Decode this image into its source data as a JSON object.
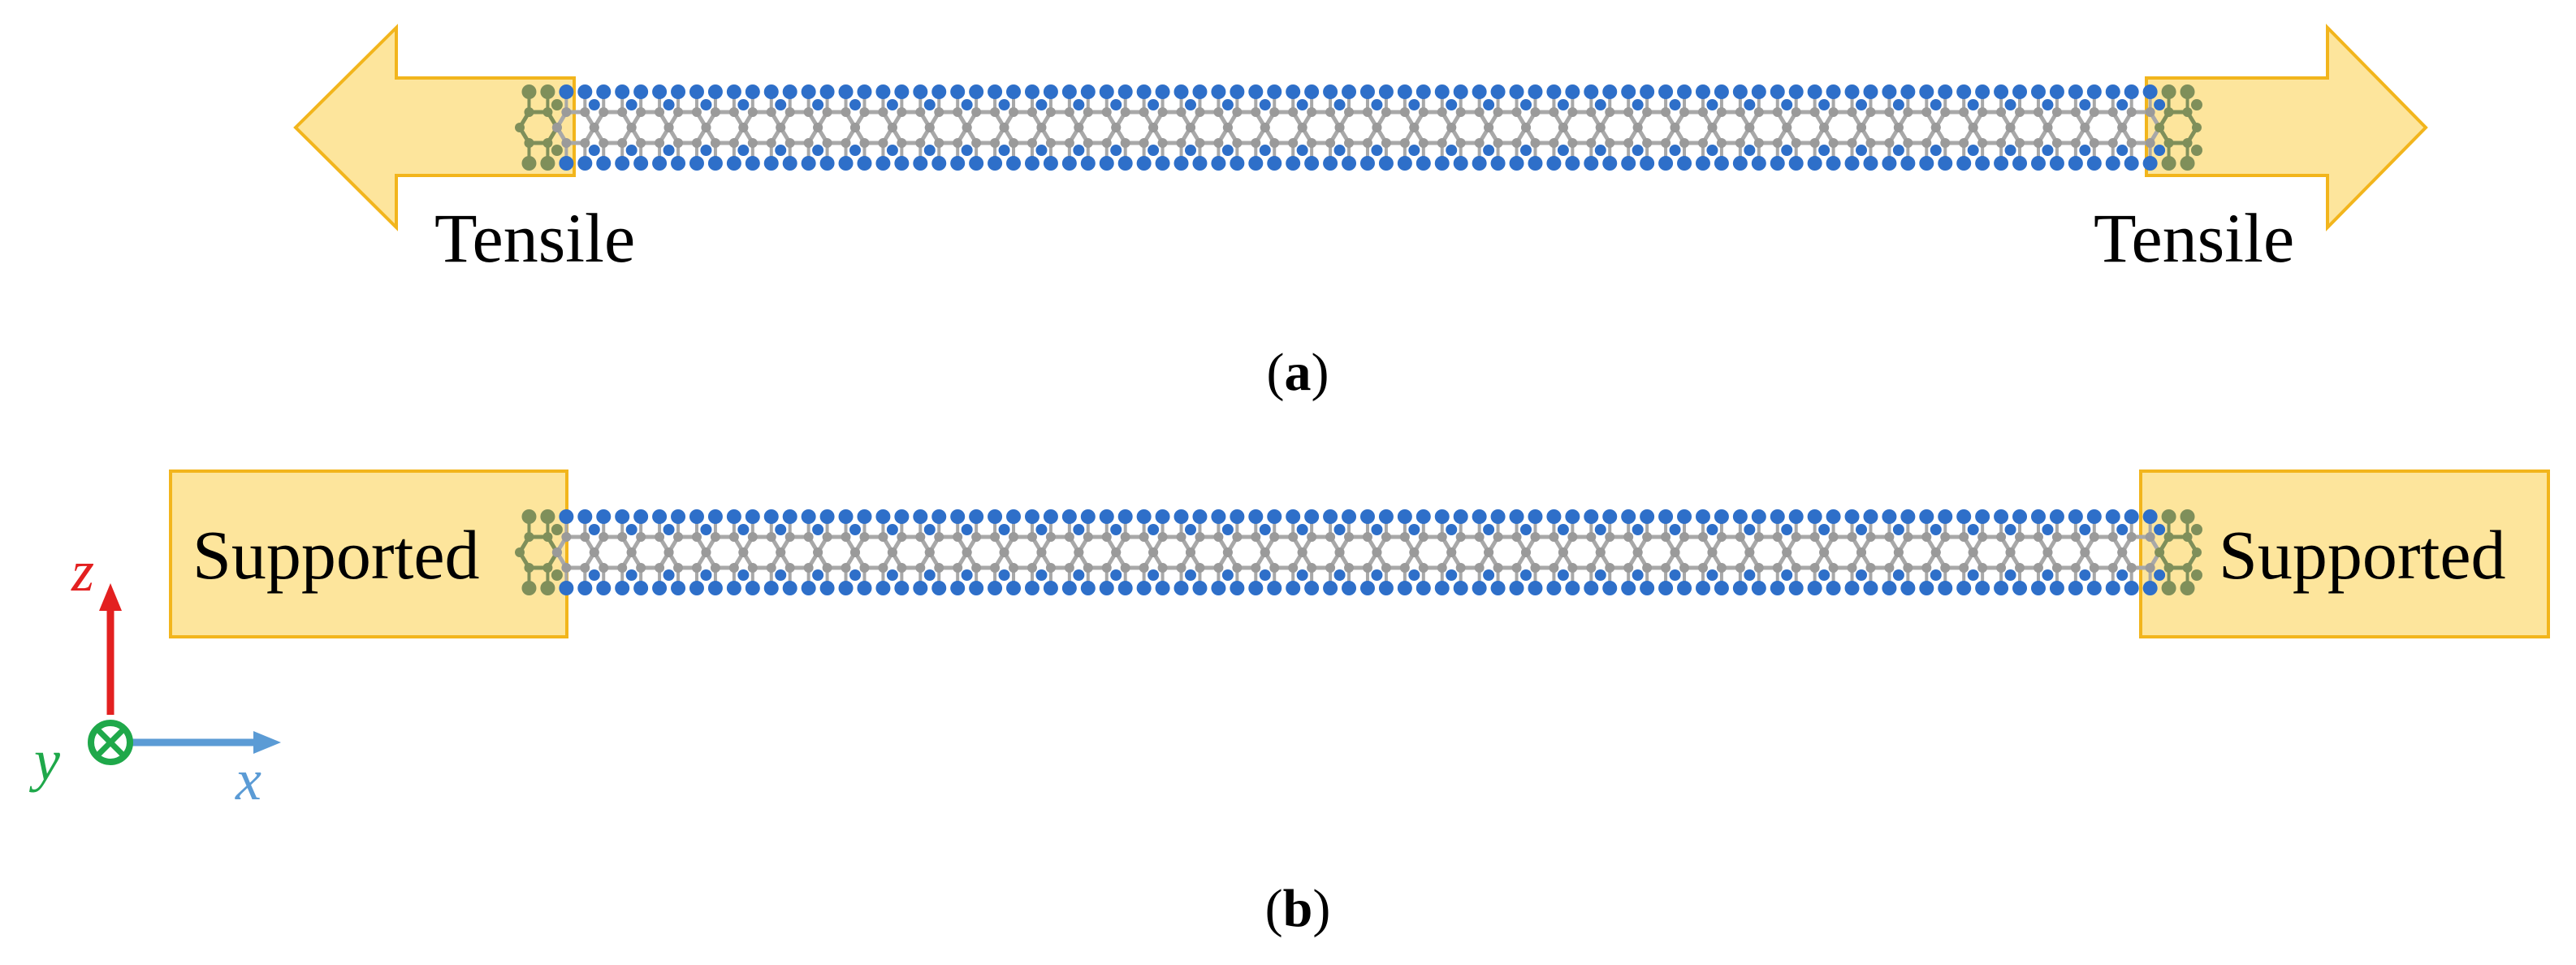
{
  "panel_a": {
    "caption_open": "(",
    "caption_letter": "a",
    "caption_close": ")",
    "left_label": "Tensile",
    "right_label": "Tensile"
  },
  "panel_b": {
    "caption_open": "(",
    "caption_letter": "b",
    "caption_close": ")",
    "left_label": "Supported",
    "right_label": "Supported"
  },
  "axes": {
    "z_label": "z",
    "y_label": "y",
    "x_label": "x"
  },
  "colors": {
    "highlight_fill": "#FDE08B",
    "highlight_stroke": "#F2B51C",
    "boron_atom": "#2E6FC9",
    "carbon_atom": "#9A9A9A",
    "bond": "#A8A8A8",
    "end_atom": "#7F8F5A",
    "z_axis": "#E32020",
    "y_axis": "#1FA84A",
    "x_axis": "#5B9BD5"
  },
  "icons": {
    "tensile_arrow": "double-headed-arrow",
    "y_axis_symbol": "circle-times-icon"
  }
}
